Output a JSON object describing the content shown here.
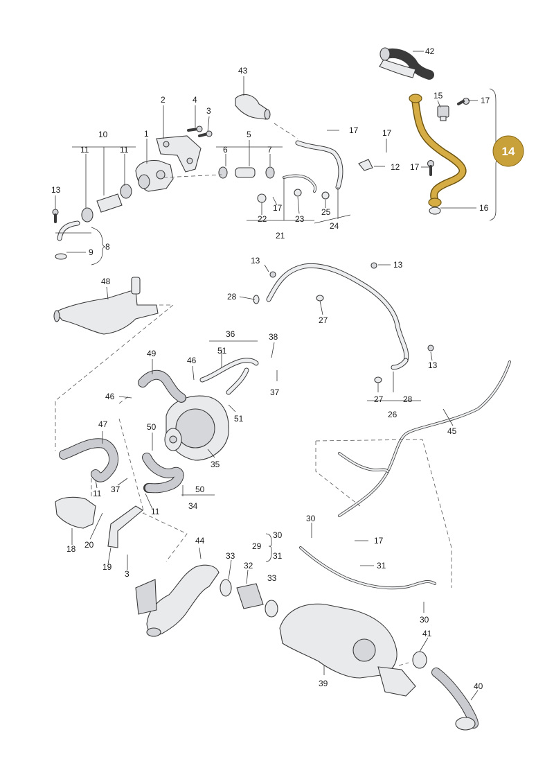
{
  "diagram": {
    "highlight_color": "#c9a13a",
    "badge_label": "14",
    "callouts": {
      "c42": "42",
      "c15": "15",
      "c17a": "17",
      "c17b": "17",
      "c16": "16",
      "c43": "43",
      "c2": "2",
      "c4": "4",
      "c3a": "3",
      "c1": "1",
      "c10": "10",
      "c11a": "11",
      "c11b": "11",
      "c5": "5",
      "c6": "6",
      "c7": "7",
      "c17c": "17",
      "c17d": "17",
      "c17e": "17",
      "c12": "12",
      "c13a": "13",
      "c22": "22",
      "c23": "23",
      "c25": "25",
      "c24": "24",
      "c21": "21",
      "c8": "8",
      "c9": "9",
      "c13b": "13",
      "c13c": "13",
      "c28a": "28",
      "c27a": "27",
      "c13d": "13",
      "c27b": "27",
      "c28b": "28",
      "c26": "26",
      "c48": "48",
      "c36": "36",
      "c51a": "51",
      "c38": "38",
      "c49": "49",
      "c46a": "46",
      "c37a": "37",
      "c46b": "46",
      "c51b": "51",
      "c45": "45",
      "c47": "47",
      "c50a": "50",
      "c35": "35",
      "c11c": "11",
      "c37b": "37",
      "c11d": "11",
      "c50b": "50",
      "c34": "34",
      "c18": "18",
      "c20": "20",
      "c19": "19",
      "c3b": "3",
      "c30a": "30",
      "c30b": "30",
      "c29": "29",
      "c31a": "31",
      "c33a": "33",
      "c17f": "17",
      "c31b": "31",
      "c44": "44",
      "c33b": "33",
      "c32": "32",
      "c30c": "30",
      "c41": "41",
      "c39": "39",
      "c40": "40"
    }
  }
}
